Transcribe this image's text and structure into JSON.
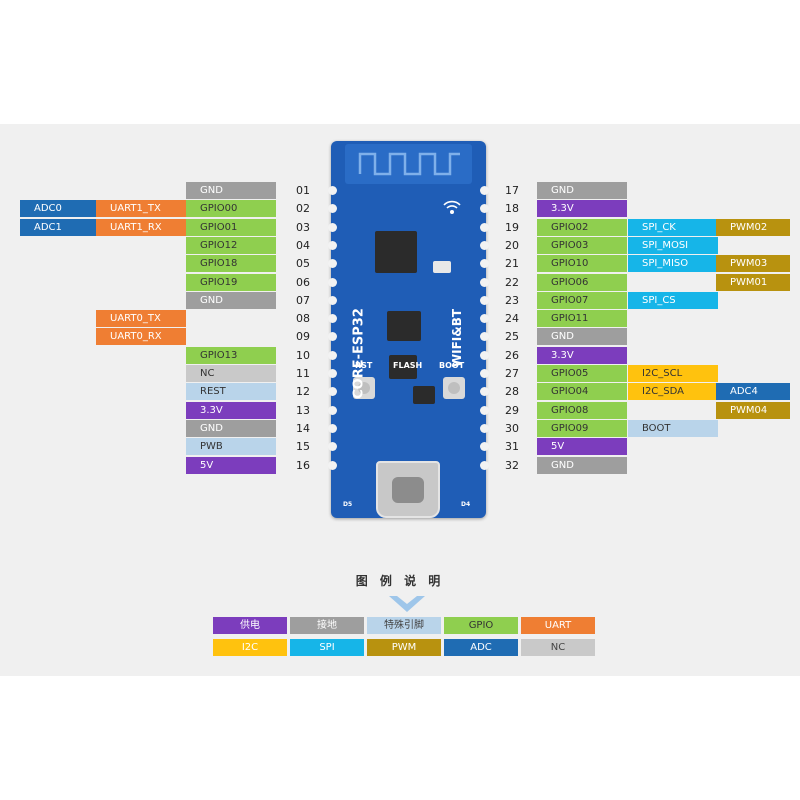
{
  "colors": {
    "power": "#7c3dbd",
    "gnd": "#9e9e9e",
    "special": "#b9d4ea",
    "gpio": "#8fcf4f",
    "uart": "#ef7e33",
    "i2c": "#ffc20e",
    "spi": "#16b5e8",
    "pwm": "#b8920f",
    "adc": "#1f6cb3",
    "nc": "#c9c9c9"
  },
  "left_pins": [
    {
      "num": "01",
      "labels": [
        {
          "text": "GND",
          "type": "gnd"
        }
      ]
    },
    {
      "num": "02",
      "labels": [
        {
          "text": "ADC0",
          "type": "adc"
        },
        {
          "text": "UART1_TX",
          "type": "uart"
        },
        {
          "text": "GPIO00",
          "type": "gpio"
        }
      ]
    },
    {
      "num": "03",
      "labels": [
        {
          "text": "ADC1",
          "type": "adc"
        },
        {
          "text": "UART1_RX",
          "type": "uart"
        },
        {
          "text": "GPIO01",
          "type": "gpio"
        }
      ]
    },
    {
      "num": "04",
      "labels": [
        {
          "text": "GPIO12",
          "type": "gpio"
        }
      ]
    },
    {
      "num": "05",
      "labels": [
        {
          "text": "GPIO18",
          "type": "gpio"
        }
      ]
    },
    {
      "num": "06",
      "labels": [
        {
          "text": "GPIO19",
          "type": "gpio"
        }
      ]
    },
    {
      "num": "07",
      "labels": [
        {
          "text": "GND",
          "type": "gnd"
        }
      ]
    },
    {
      "num": "08",
      "labels": [
        {
          "text": "UART0_TX",
          "type": "uart"
        }
      ]
    },
    {
      "num": "09",
      "labels": [
        {
          "text": "UART0_RX",
          "type": "uart"
        }
      ]
    },
    {
      "num": "10",
      "labels": [
        {
          "text": "GPIO13",
          "type": "gpio"
        }
      ]
    },
    {
      "num": "11",
      "labels": [
        {
          "text": "NC",
          "type": "nc"
        }
      ]
    },
    {
      "num": "12",
      "labels": [
        {
          "text": "REST",
          "type": "special"
        }
      ]
    },
    {
      "num": "13",
      "labels": [
        {
          "text": "3.3V",
          "type": "power"
        }
      ]
    },
    {
      "num": "14",
      "labels": [
        {
          "text": "GND",
          "type": "gnd"
        }
      ]
    },
    {
      "num": "15",
      "labels": [
        {
          "text": "PWB",
          "type": "special"
        }
      ]
    },
    {
      "num": "16",
      "labels": [
        {
          "text": "5V",
          "type": "power"
        }
      ]
    }
  ],
  "right_pins": [
    {
      "num": "17",
      "labels": [
        {
          "text": "GND",
          "type": "gnd"
        }
      ]
    },
    {
      "num": "18",
      "labels": [
        {
          "text": "3.3V",
          "type": "power"
        }
      ]
    },
    {
      "num": "19",
      "labels": [
        {
          "text": "GPIO02",
          "type": "gpio"
        },
        {
          "text": "SPI_CK",
          "type": "spi"
        },
        {
          "text": "PWM02",
          "type": "pwm"
        }
      ]
    },
    {
      "num": "20",
      "labels": [
        {
          "text": "GPIO03",
          "type": "gpio"
        },
        {
          "text": "SPI_MOSI",
          "type": "spi"
        }
      ]
    },
    {
      "num": "21",
      "labels": [
        {
          "text": "GPIO10",
          "type": "gpio"
        },
        {
          "text": "SPI_MISO",
          "type": "spi"
        },
        {
          "text": "PWM03",
          "type": "pwm"
        }
      ]
    },
    {
      "num": "22",
      "labels": [
        {
          "text": "GPIO06",
          "type": "gpio"
        },
        null,
        {
          "text": "PWM01",
          "type": "pwm"
        }
      ]
    },
    {
      "num": "23",
      "labels": [
        {
          "text": "GPIO07",
          "type": "gpio"
        },
        {
          "text": "SPI_CS",
          "type": "spi"
        }
      ]
    },
    {
      "num": "24",
      "labels": [
        {
          "text": "GPIO11",
          "type": "gpio"
        }
      ]
    },
    {
      "num": "25",
      "labels": [
        {
          "text": "GND",
          "type": "gnd"
        }
      ]
    },
    {
      "num": "26",
      "labels": [
        {
          "text": "3.3V",
          "type": "power"
        }
      ]
    },
    {
      "num": "27",
      "labels": [
        {
          "text": "GPIO05",
          "type": "gpio"
        },
        {
          "text": "I2C_SCL",
          "type": "i2c"
        }
      ]
    },
    {
      "num": "28",
      "labels": [
        {
          "text": "GPIO04",
          "type": "gpio"
        },
        {
          "text": "I2C_SDA",
          "type": "i2c"
        },
        {
          "text": "ADC4",
          "type": "adc"
        }
      ]
    },
    {
      "num": "29",
      "labels": [
        {
          "text": "GPIO08",
          "type": "gpio"
        },
        null,
        {
          "text": "PWM04",
          "type": "pwm"
        }
      ]
    },
    {
      "num": "30",
      "labels": [
        {
          "text": "GPIO09",
          "type": "gpio"
        },
        {
          "text": "BOOT",
          "type": "special"
        }
      ]
    },
    {
      "num": "31",
      "labels": [
        {
          "text": "5V",
          "type": "power"
        }
      ]
    },
    {
      "num": "32",
      "labels": [
        {
          "text": "GND",
          "type": "gnd"
        }
      ]
    }
  ],
  "board": {
    "name": "CORE-ESP32",
    "wireless": "WIFI&BT",
    "rst": "RST",
    "flash": "FLASH",
    "boot": "BOOT",
    "d5": "D5",
    "d4": "D4"
  },
  "legend": {
    "title": "图 例 说 明",
    "items": [
      {
        "text": "供电",
        "type": "power"
      },
      {
        "text": "接地",
        "type": "gnd"
      },
      {
        "text": "特殊引脚",
        "type": "special"
      },
      {
        "text": "GPIO",
        "type": "gpio"
      },
      {
        "text": "UART",
        "type": "uart"
      },
      {
        "text": "I2C",
        "type": "i2c"
      },
      {
        "text": "SPI",
        "type": "spi"
      },
      {
        "text": "PWM",
        "type": "pwm"
      },
      {
        "text": "ADC",
        "type": "adc"
      },
      {
        "text": "NC",
        "type": "nc"
      }
    ]
  }
}
